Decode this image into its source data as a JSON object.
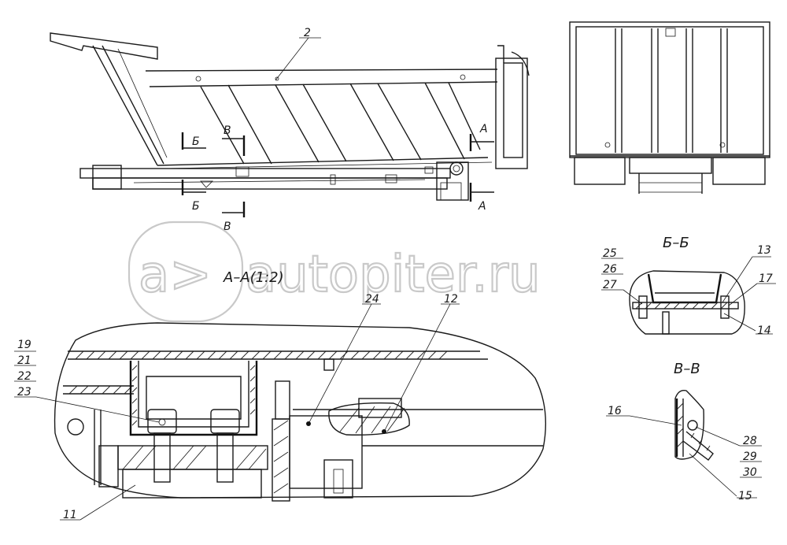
{
  "callouts": {
    "c2": "2",
    "c11": "11",
    "c12": "12",
    "c13": "13",
    "c14": "14",
    "c15": "15",
    "c16": "16",
    "c17": "17",
    "c19": "19",
    "c21": "21",
    "c22": "22",
    "c23": "23",
    "c24": "24",
    "c25": "25",
    "c26": "26",
    "c27": "27",
    "c28": "28",
    "c29": "29",
    "c30": "30"
  },
  "sections": {
    "aa": "А–А(1:2)",
    "bb": "Б–Б",
    "vv": "В–В",
    "mark_a": "А",
    "mark_b": "Б",
    "mark_v": "В"
  },
  "watermark": {
    "text": "autopiter.ru",
    "logo": "a>"
  }
}
